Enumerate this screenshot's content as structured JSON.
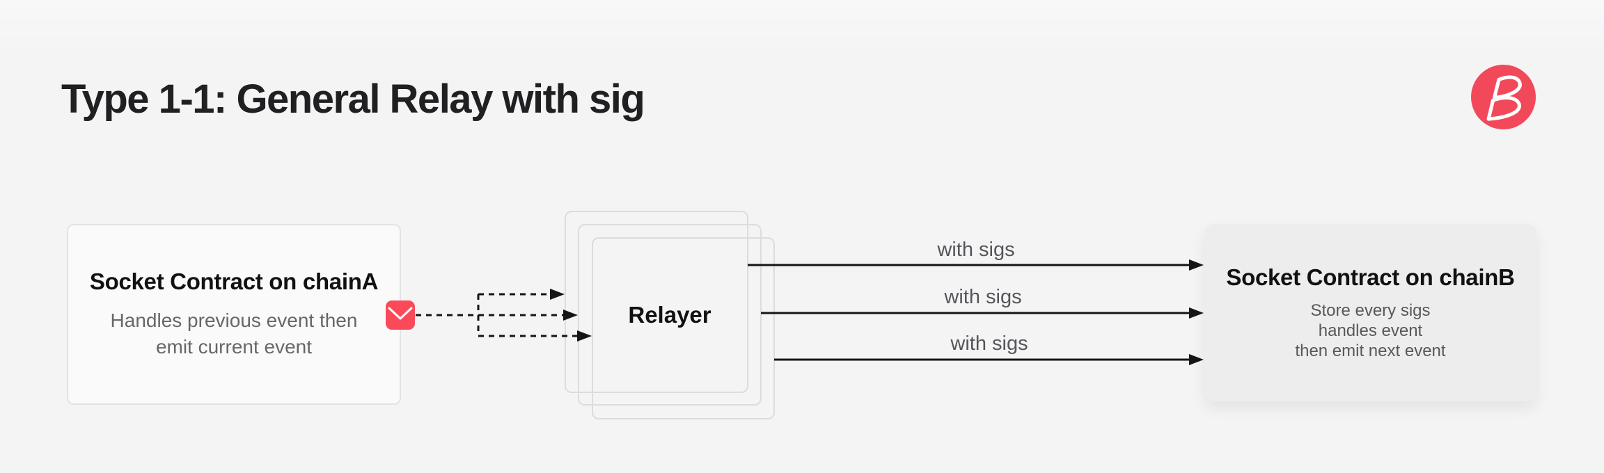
{
  "header": {
    "title": "Type 1-1: General Relay with sig"
  },
  "logo": {
    "name": "brand-logo-b",
    "color": "#f2495a"
  },
  "colors": {
    "background": "#f4f4f5",
    "accent_red": "#fa4a5a",
    "line": "#151515",
    "muted_text": "#58585b",
    "node_border": "#dcdcde"
  },
  "nodes": {
    "chain_a": {
      "title": "Socket Contract on chainA",
      "desc_line1": "Handles previous event then",
      "desc_line2": "emit current event"
    },
    "relayer": {
      "label": "Relayer"
    },
    "chain_b": {
      "title": "Socket Contract on chainB",
      "desc_line1": "Store every sigs",
      "desc_line2": "handles event",
      "desc_line3": "then emit next event"
    }
  },
  "edges": {
    "message_icon": "envelope-icon",
    "arrow1_label": "with sigs",
    "arrow2_label": "with sigs",
    "arrow3_label": "with sigs"
  }
}
